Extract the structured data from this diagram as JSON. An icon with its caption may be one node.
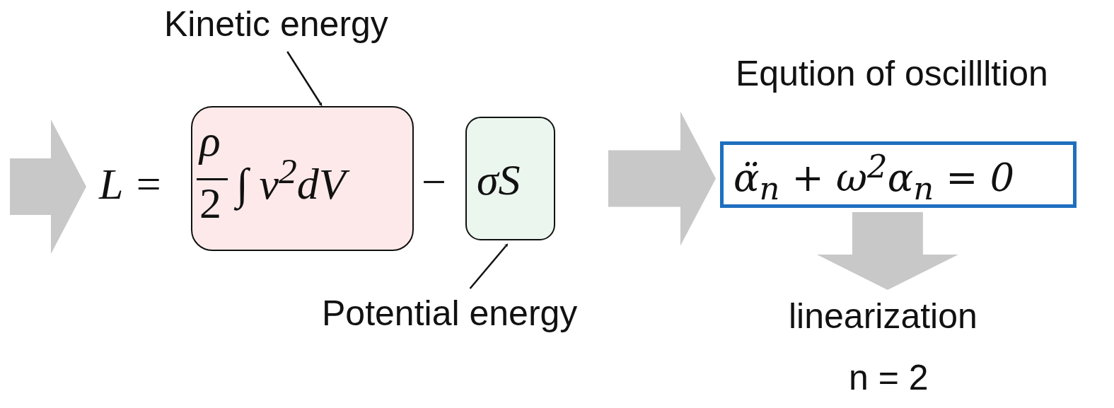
{
  "diagram": {
    "nodes": [
      {
        "text": [
          "Kinetic energy"
        ]
      },
      {
        "text": [
          "L ="
        ]
      },
      {
        "text": [
          "ρ",
          "2",
          "∫ v$^{2}$dV"
        ]
      },
      {
        "text": [
          "σS"
        ]
      },
      {
        "text": [
          "Potential energy"
        ]
      },
      {
        "text": [
          "Eqution of oscillltion",
          "α̈$_{n}$ + ω$^{2}$α$_{n}$ = 0"
        ]
      },
      {
        "text": [
          "linearization"
        ]
      }
    ],
    "edges": [
      {
        "from": 0,
        "to": 2,
        "arrow": "to",
        "color": "#111111"
      },
      {
        "from": 4,
        "to": 3,
        "arrow": "to",
        "color": "#111111"
      },
      {
        "from": null,
        "to": 1,
        "arrow": "to"
      },
      {
        "from": 3,
        "to": 5,
        "arrow": "to"
      },
      {
        "from": 5,
        "to": 6,
        "arrow": "to"
      }
    ],
    "labels": [
      "−",
      "n = 2"
    ]
  }
}
